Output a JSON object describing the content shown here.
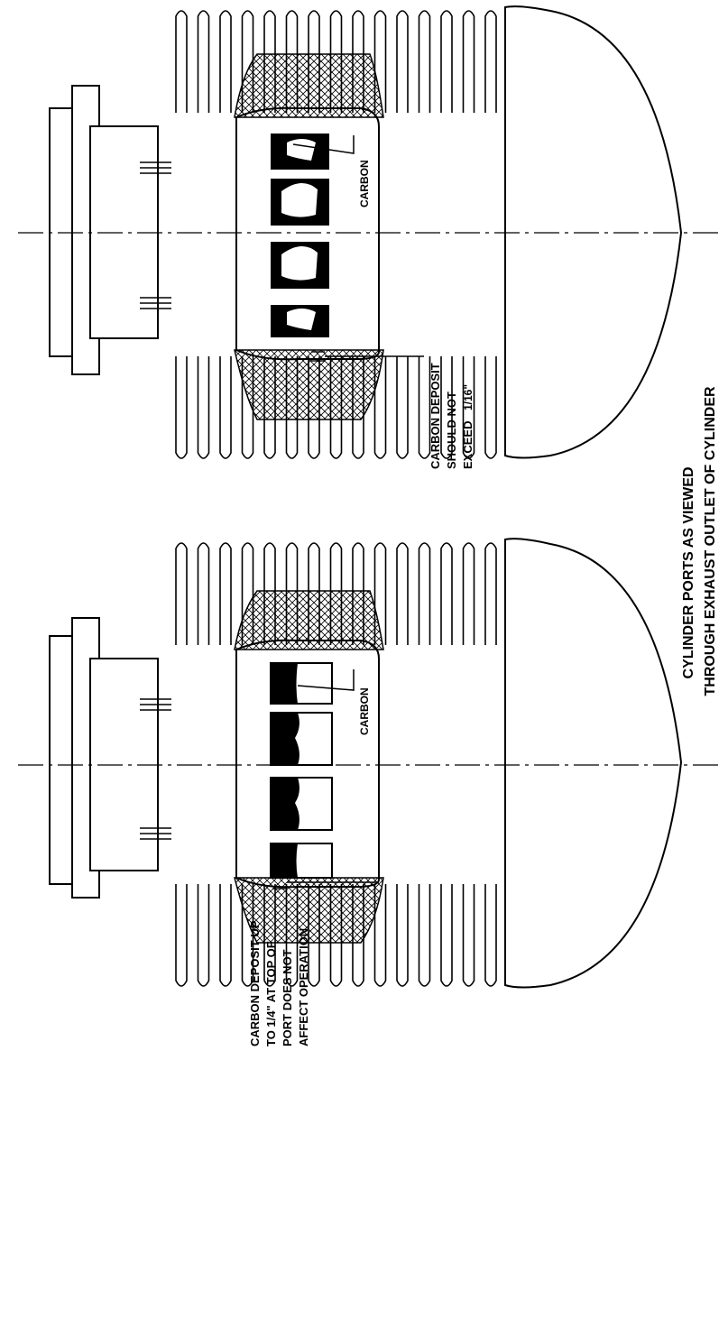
{
  "labels": {
    "carbon_upper": "CARBON",
    "carbon_lower": "CARBON",
    "deposit_upper_lines": [
      "CARBON DEPOSIT",
      "SHOULD NOT",
      "EXCEED"
    ],
    "deposit_upper_fraction": "1/16\"",
    "deposit_lower_lines": [
      "CARBON DEPOSIT UP",
      "TO 1/4\" AT TOP OF",
      "PORT DOES NOT",
      "AFFECT OPERATION"
    ],
    "caption_lines": [
      "CYLINDER PORTS AS VIEWED",
      "THROUGH EXHAUST OUTLET OF CYLINDER"
    ]
  },
  "colors": {
    "ink": "#000000",
    "paper": "#ffffff"
  }
}
